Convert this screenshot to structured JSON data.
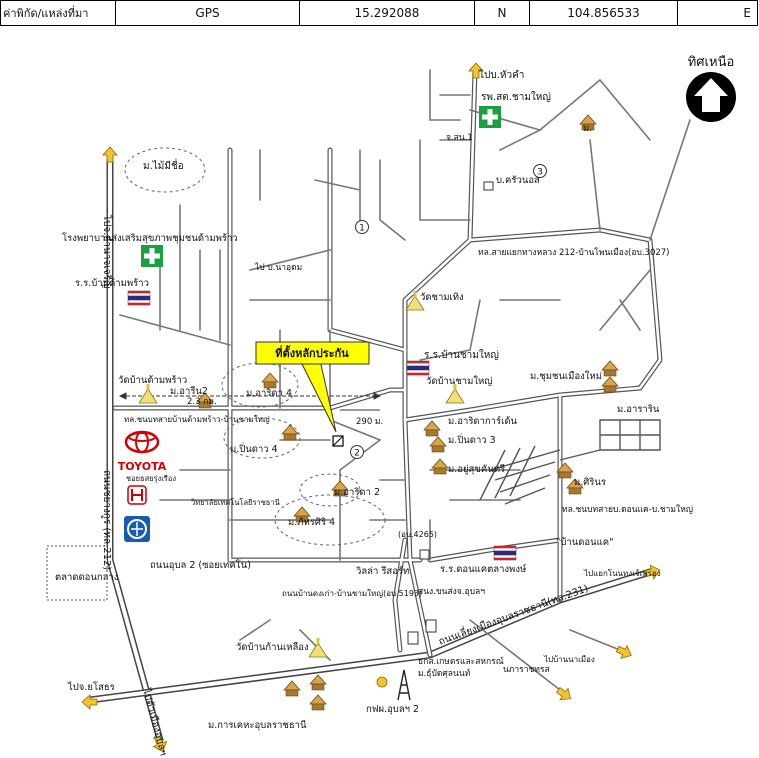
{
  "header": {
    "label": "ค่าพิกัด/แหล่งที่มา",
    "source": "GPS",
    "lat": "15.292088",
    "lat_dir": "N",
    "lon": "104.856533",
    "lon_dir": "E"
  },
  "north": {
    "label": "ทิศเหนือ",
    "icon": "north-arrow-icon"
  },
  "callout": "ที่ตั้งหลักประกัน",
  "distances": {
    "d1": "2.3 กม.",
    "d2": "290 ม."
  },
  "markers": {
    "m1": "1",
    "m2": "2",
    "m3": "3"
  },
  "colors": {
    "hospital": "#1aa040",
    "callout": "#ffff00",
    "toyota": "#d60000",
    "honda": "#cc0000",
    "bank": "#1a5bb0",
    "market": "#3a3a3a"
  },
  "labels": {
    "to_huakham": "ไปบ.หัวคำ",
    "rps_chamyai": "รพ.สต.ชามใหญ่",
    "road_son1": "จ.สน.1",
    "khruan": "บ.ครัวนอส",
    "mo_maimeeuea": "ม.ไม้มีชื่อ",
    "road_212_nw": "ไปจ.อำนาจเจริญ",
    "hosp_donmaphrao": "โรงพยาบาลส่งเสริมสุขภาพชุมชนด้ามพร้าว",
    "school_donmaphrao": "ร.ร.บ้านด้ามพร้าว",
    "road_212_junction": "ทล.สายแยกทางหลวง 212-บ้านโพนเมือง(อบ.3027)",
    "to_bansudum": "ไป บ.นาอุดม",
    "wat_chamthoeng": "วัดชามเทิง",
    "school_chamyai": "ร.ร.บ้านชามใหญ่",
    "wat_donmaphrao": "วัดบ้านด้ามพร้าว",
    "mo_arin2": "ม.อารีน2",
    "mo_arida4": "ม.อาริดา 4",
    "wat_chamyai": "วัดบ้านชามใหญ่",
    "mo_chumchon": "ม.ชุมชนเมืองใหม่",
    "road_donmaphrao_chamyai": "ทล.ชนบทสายบ้านด้ามพร้าว-บ้านชามใหญ่",
    "mo_arida_garden": "ม.อาริดาการ์เด้น",
    "mo_araarin": "ม.อาราริน",
    "mo_pinkhao4": "ม.ปิ่นดาว 4",
    "mo_pinkhao3": "ม.ปิ่นดาว 3",
    "mo_yusuk": "ม.อยู่สุขคันทรี",
    "toyota_brand": "TOYOTA",
    "toyota_dealer": "ชอยธสยรุ่งเรือง",
    "college": "วิทยาลัยเทคโนโลยีราชธานี",
    "mo_arida2": "ม.อาริดา 2",
    "mo_sirin": "ม.ศิรินร",
    "road_ub4265": "(อบ.4265)",
    "mo_phatsiri4": "ม.ภัทรศิริ 4",
    "road_donkae": "ทล.ชนบทสายบ.ดอนแค-บ.ชามใหญ่",
    "ban_donkae": "\"บ้านดอนแค\"",
    "road_upalisan2": "ถนนอุบล 2 (ซอยเทคโน)",
    "market": "ตลาดดอนกลาง",
    "villa": "วิลล่า รีสอร์ท",
    "school_donkae": "ร.ร.ดอนแคตลางพงษ์",
    "road_5193": "ถนนบ้านดงเก่า-บ้านชามใหญ่(อบ.5193)",
    "branch_office": "สนง.ขนส่งจ.อุบลฯ",
    "to_nongkhong": "ไปแยกโนนทงเจ้เพรอง",
    "road_212_vertical": "ถนนชยางกูร (ทล.212)",
    "road_231": "ถนนเลี่ยงเมืองอุบลราชธานี(ทล.231)",
    "wat_kaeng": "วัดบ้านก้านเหลือง",
    "to_yasothon": "ไปจ.ยโสธร",
    "agri_bank": "ธกส.เกษตรและสหกรณ์",
    "university": "ม.ธุ์บัดศุลนนท์",
    "to_phonmueang": "ไปบ้านนาเมือง",
    "naphasat": "นภาราชทรส",
    "mo_kanhaeng": "ม.การเคหะอุบลราชธานี",
    "electric": "กฟผ.อุบลฯ 2",
    "to_city": "ไปตัวเมืองอุบลฯ",
    "mo": "ม."
  }
}
